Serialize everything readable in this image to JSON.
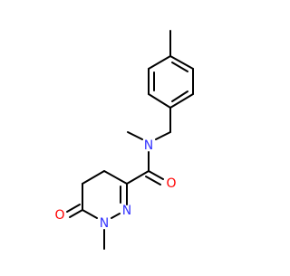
{
  "molecule": {
    "atoms": {
      "n_amide": "N",
      "o_amide": "O",
      "n_ring_double": "N",
      "n_ring_methyl": "N",
      "o_ring": "O"
    }
  },
  "colors": {
    "bond": "#000000",
    "nitrogen": "#3333ff",
    "oxygen": "#ff0000",
    "background": "#ffffff"
  }
}
